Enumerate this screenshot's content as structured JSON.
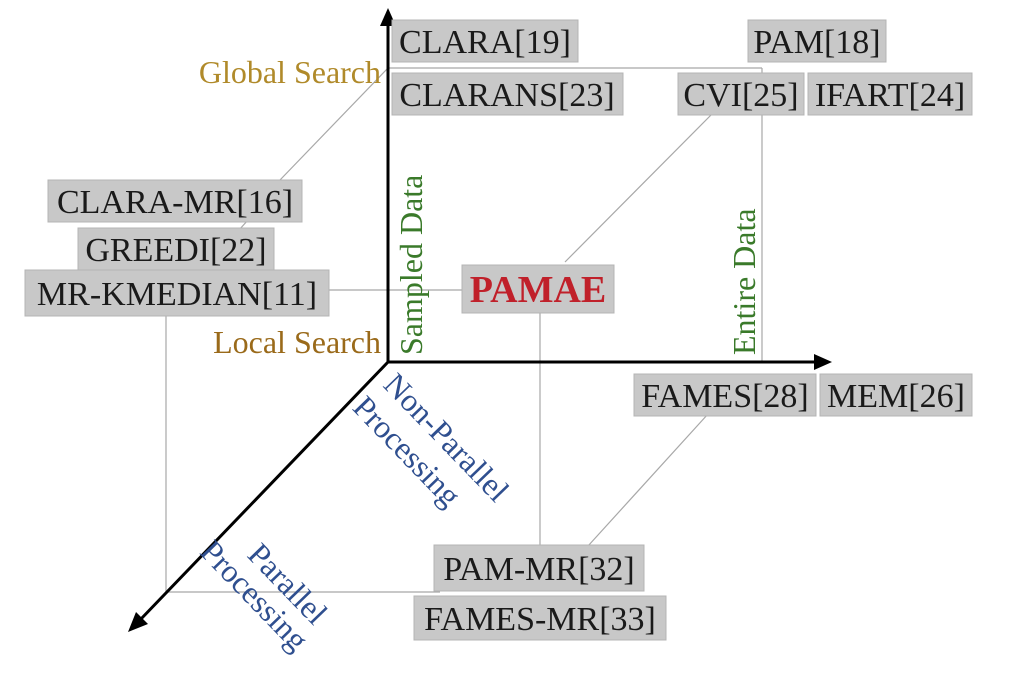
{
  "colors": {
    "background": "#ffffff",
    "box_fill": "#c8c8c8",
    "box_stroke": "#b4b4b4",
    "guide_line": "#a8a8a8",
    "axis": "#000000",
    "text": "#1a1a1a",
    "search_label": "#b08a2a",
    "data_label": "#3a7a2a",
    "processing_label": "#2f4f8f",
    "highlight": "#c0202a"
  },
  "axes": {
    "global_search": "Global Search",
    "local_search": "Local Search",
    "sampled_data": "Sampled Data",
    "entire_data": "Entire Data",
    "non_parallel_line1": "Non-Parallel",
    "non_parallel_line2": "Processing",
    "parallel_line1": "Parallel",
    "parallel_line2": "Processing"
  },
  "methods": {
    "clara": "CLARA[19]",
    "clarans": "CLARANS[23]",
    "pam": "PAM[18]",
    "cvi": "CVI[25]",
    "ifart": "IFART[24]",
    "clara_mr": "CLARA-MR[16]",
    "greedi": "GREEDI[22]",
    "mr_kmedian": "MR-KMEDIAN[11]",
    "pamae": "PAMAE",
    "fames": "FAMES[28]",
    "mem": "MEM[26]",
    "pam_mr": "PAM-MR[32]",
    "fames_mr": "FAMES-MR[33]"
  }
}
